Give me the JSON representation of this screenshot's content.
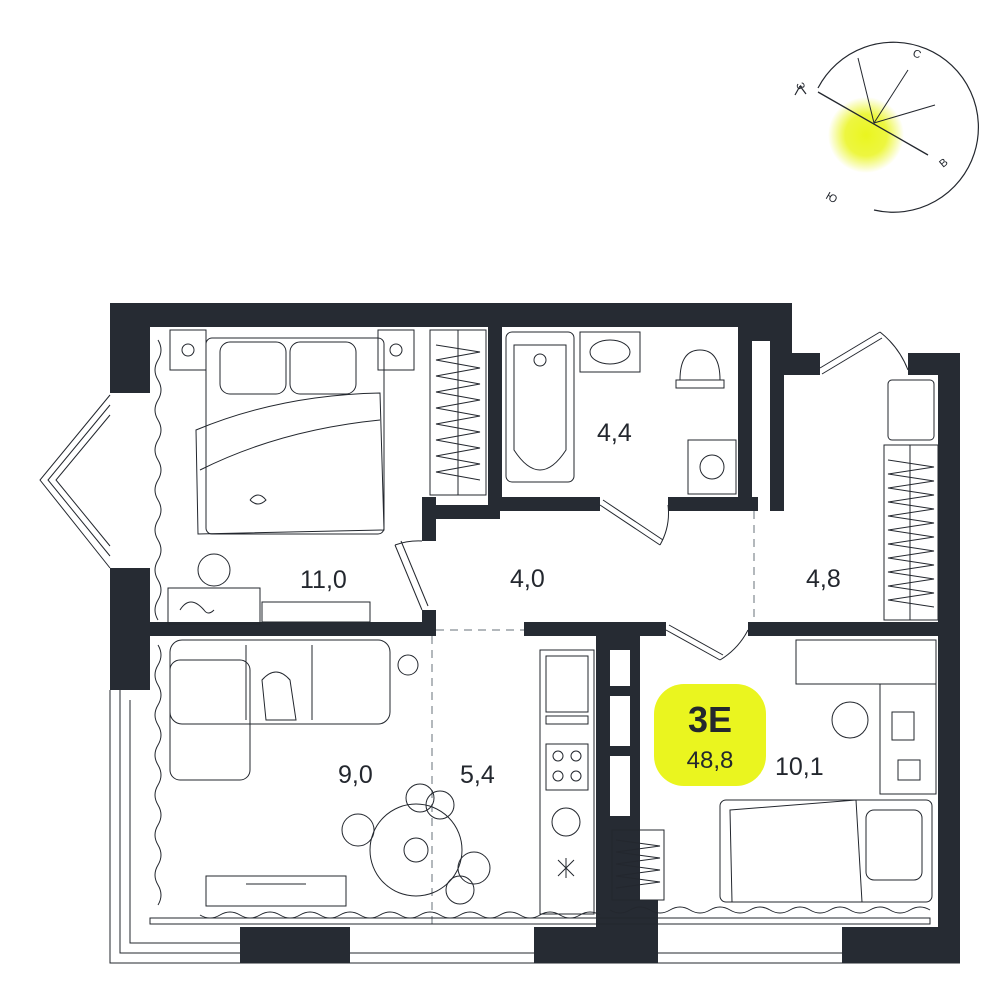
{
  "colors": {
    "wall": "#262b33",
    "line": "#23272e",
    "accent": "#eaf51f",
    "background": "#ffffff"
  },
  "compass": {
    "north": "С",
    "east": "В",
    "south": "Ю",
    "west": "З",
    "sun_icon": "sun-glow-icon"
  },
  "apartment": {
    "code": "3E",
    "total_area": "48,8"
  },
  "rooms": {
    "bedroom": "11,0",
    "bathroom": "4,4",
    "hall": "4,0",
    "entrance": "4,8",
    "living": "9,0",
    "kitchen": "5,4",
    "kids_room": "10,1"
  },
  "furniture_icons": [
    "double-bed-icon",
    "wardrobe-icon",
    "bathtub-icon",
    "sink-icon",
    "toilet-icon",
    "washing-machine-icon",
    "sofa-icon",
    "dining-table-icon",
    "kitchen-unit-icon",
    "single-bed-icon",
    "desk-icon",
    "radiator-icon",
    "window-icon",
    "door-icon"
  ]
}
